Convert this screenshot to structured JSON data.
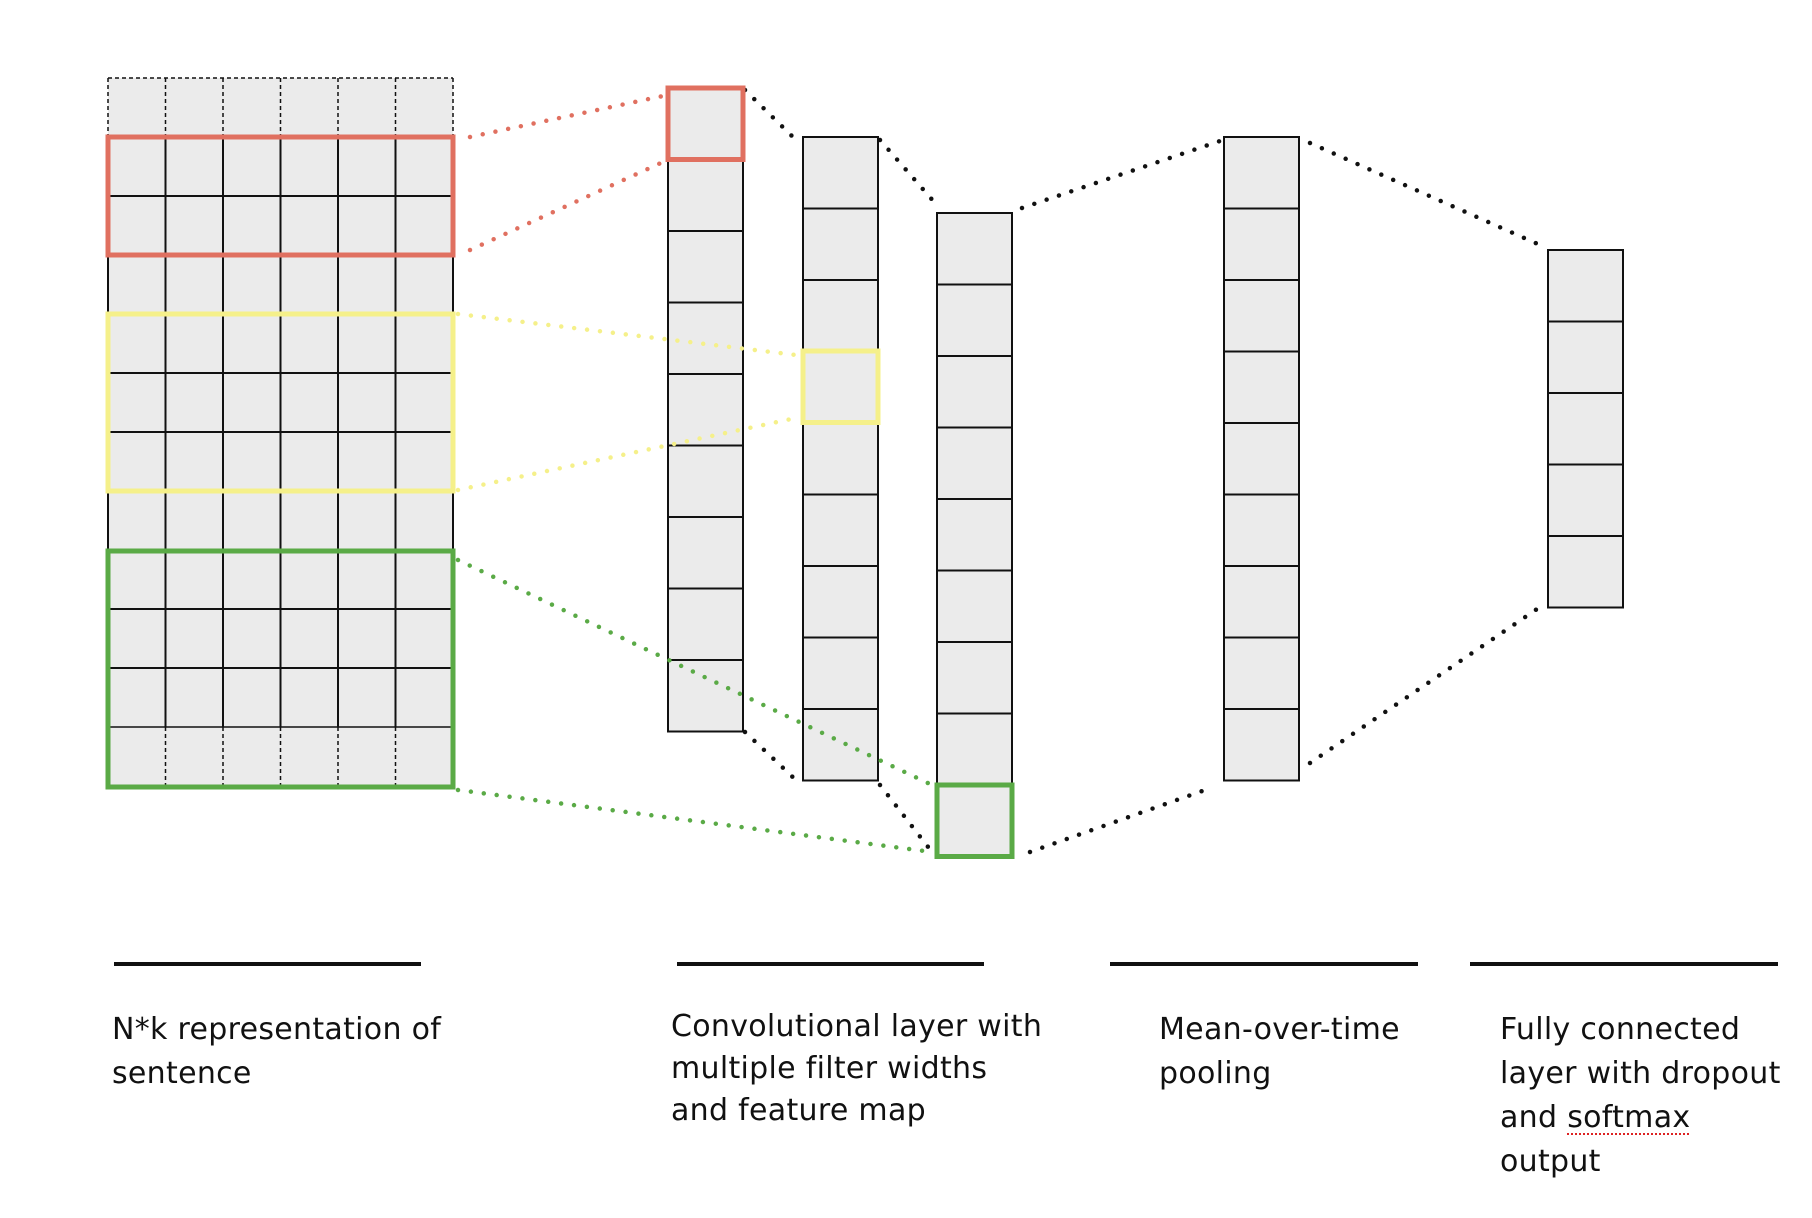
{
  "colors": {
    "cell_fill": "#ebebeb",
    "grid_line": "#111111",
    "red": "#e07060",
    "yellow": "#f5f08a",
    "green": "#5aaa46",
    "connector": "#111111"
  },
  "captions": {
    "sentence": {
      "line1": "N*k representation of",
      "line2": "sentence"
    },
    "conv": {
      "line1": "Convolutional layer with",
      "line2": "multiple filter widths",
      "line3": "and feature map"
    },
    "pooling": {
      "line1": "Mean-over-time",
      "line2": "pooling"
    },
    "fc": {
      "line1": "Fully connected",
      "line2": "layer with dropout",
      "line3a": "and ",
      "line3b": "softmax",
      "line4": "output"
    }
  }
}
